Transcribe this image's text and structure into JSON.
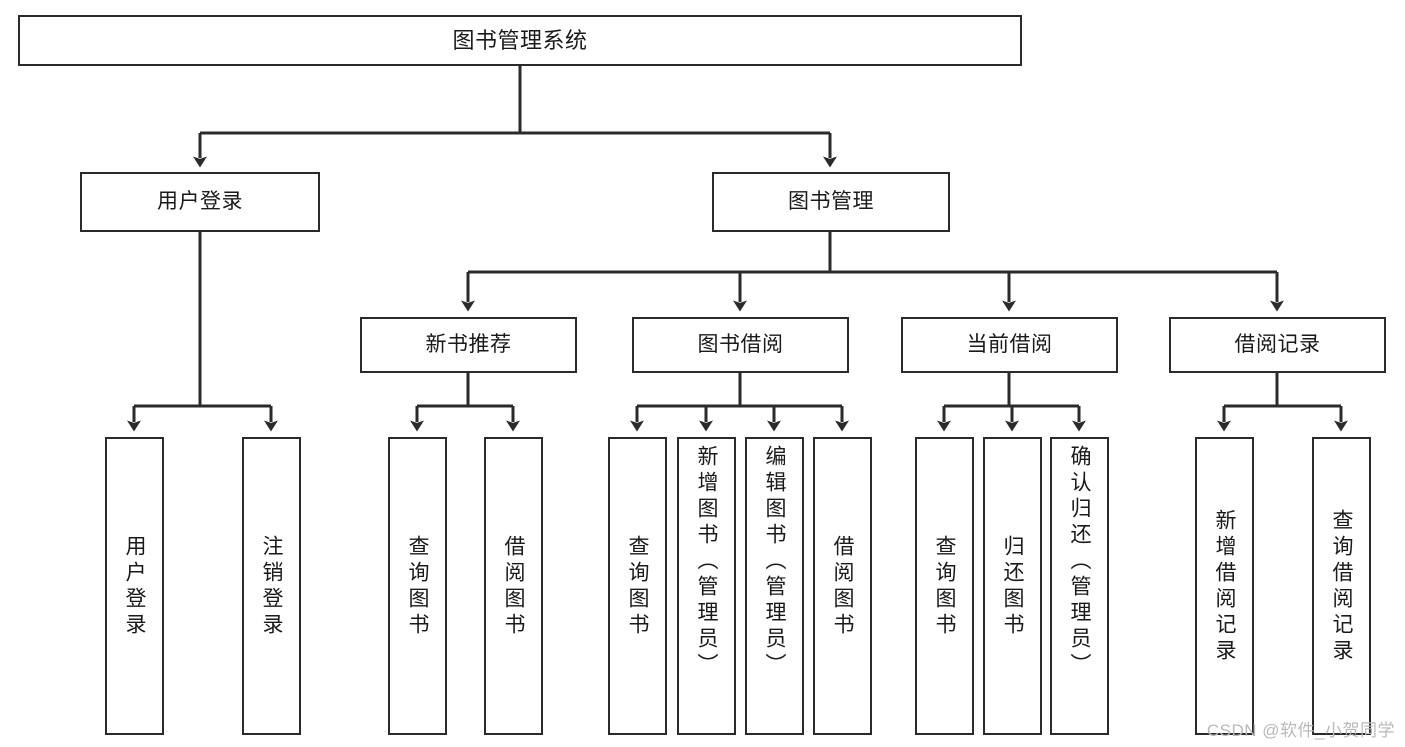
{
  "diagram": {
    "title": "图书管理系统",
    "type": "hierarchy-tree",
    "watermark": "CSDN @软件_小贺同学",
    "colors": {
      "border": "#2b2b2b",
      "background": "#ffffff",
      "text": "#1a1a1a",
      "watermark": "#b9b9b9"
    },
    "nodes": {
      "root": {
        "label": "图书管理系统"
      },
      "level2": [
        {
          "id": "user-login",
          "label": "用户登录"
        },
        {
          "id": "book-management",
          "label": "图书管理"
        }
      ],
      "level3": [
        {
          "id": "new-book-recommend",
          "label": "新书推荐"
        },
        {
          "id": "book-borrow",
          "label": "图书借阅"
        },
        {
          "id": "current-borrow",
          "label": "当前借阅"
        },
        {
          "id": "borrow-record",
          "label": "借阅记录"
        }
      ],
      "leaves": {
        "user-login": [
          {
            "id": "leaf-user-login",
            "label": "用户登录"
          },
          {
            "id": "leaf-logout-login",
            "label": "注销登录"
          }
        ],
        "new-book-recommend": [
          {
            "id": "leaf-query-book-1",
            "label": "查询图书"
          },
          {
            "id": "leaf-borrow-book-1",
            "label": "借阅图书"
          }
        ],
        "book-borrow": [
          {
            "id": "leaf-query-book-2",
            "label": "查询图书"
          },
          {
            "id": "leaf-add-book-admin",
            "label": "新增图书（管理员）"
          },
          {
            "id": "leaf-edit-book-admin",
            "label": "编辑图书（管理员）"
          },
          {
            "id": "leaf-borrow-book-2",
            "label": "借阅图书"
          }
        ],
        "current-borrow": [
          {
            "id": "leaf-query-book-3",
            "label": "查询图书"
          },
          {
            "id": "leaf-return-book",
            "label": "归还图书"
          },
          {
            "id": "leaf-confirm-return-admin",
            "label": "确认归还（管理员）"
          }
        ],
        "borrow-record": [
          {
            "id": "leaf-add-borrow-record",
            "label": "新增借阅记录"
          },
          {
            "id": "leaf-query-borrow-record",
            "label": "查询借阅记录"
          }
        ]
      }
    }
  }
}
